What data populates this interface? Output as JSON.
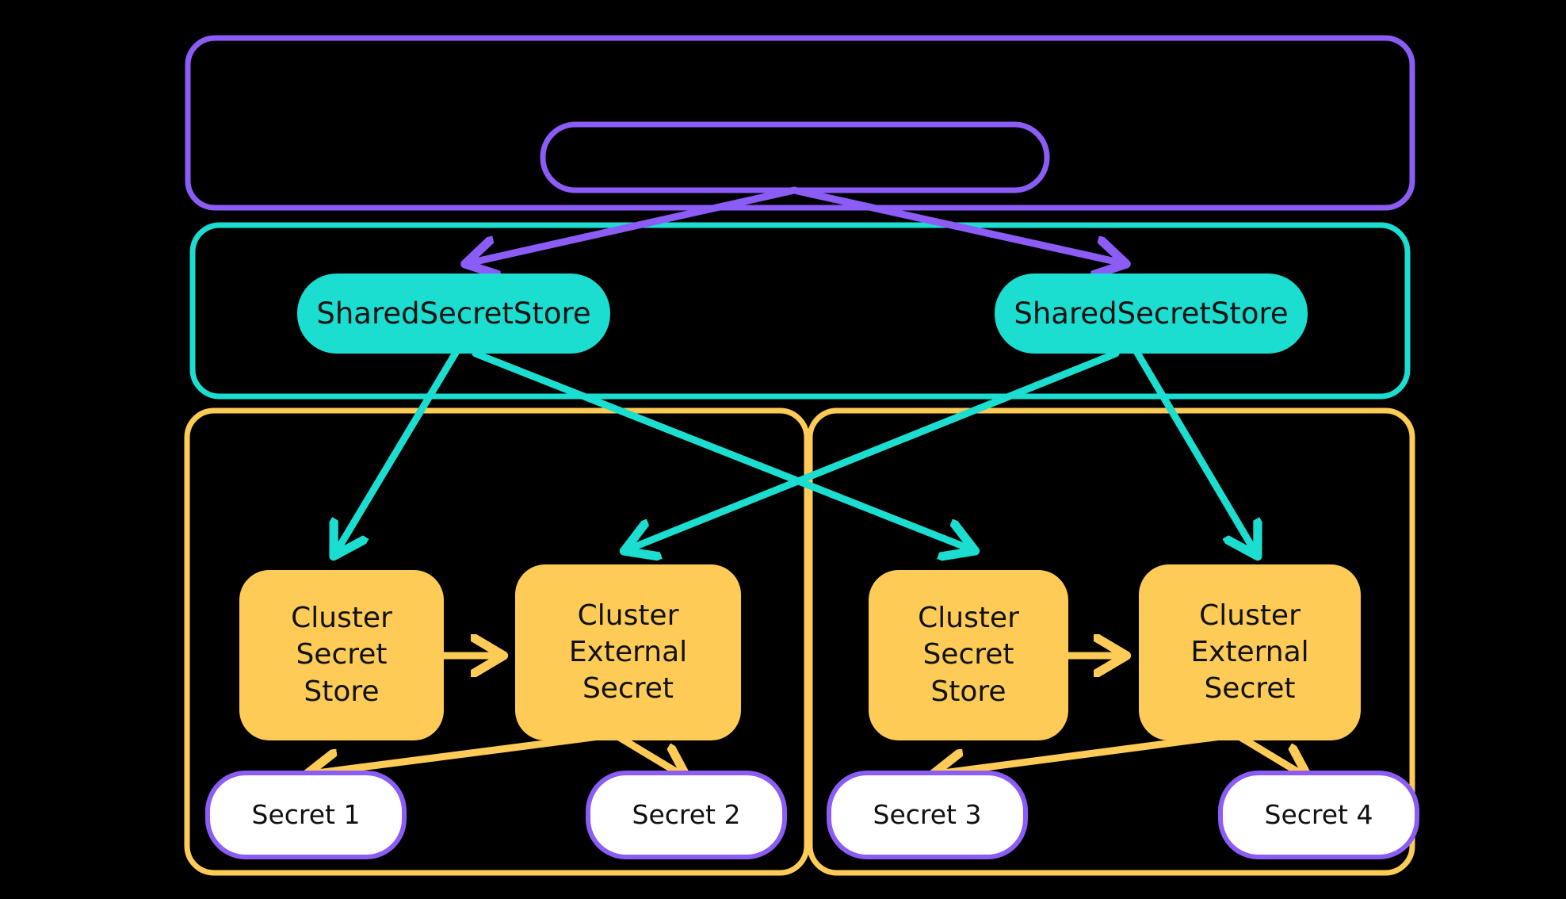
{
  "diagram": {
    "title": "External Secrets Operator shared secret store architecture",
    "background": "#000000",
    "colors": {
      "purple": "#8B5CF6",
      "teal": "#1BDDD0",
      "yellow": "#FDCB56",
      "white": "#FFFFFF",
      "text": "#111111",
      "background": "#000000"
    }
  },
  "containers": {
    "operator_scope": {
      "label": "",
      "border_color": "#8B5CF6"
    },
    "shared_scope": {
      "label": "",
      "border_color": "#1BDDD0"
    },
    "cluster_left": {
      "label": "",
      "border_color": "#FDCB56"
    },
    "cluster_right": {
      "label": "",
      "border_color": "#FDCB56"
    }
  },
  "nodes": {
    "operator_pill": {
      "label": "",
      "fill": "none",
      "border_color": "#8B5CF6"
    },
    "shared_store_left": {
      "label": "SharedSecretStore",
      "fill": "#1BDDD0"
    },
    "shared_store_right": {
      "label": "SharedSecretStore",
      "fill": "#1BDDD0"
    },
    "cluster_secret_store_left": {
      "label": "Cluster\nSecret\nStore",
      "fill": "#FDCB56"
    },
    "cluster_external_secret_left": {
      "label": "Cluster\nExternal\nSecret",
      "fill": "#FDCB56"
    },
    "cluster_secret_store_right": {
      "label": "Cluster\nSecret\nStore",
      "fill": "#FDCB56"
    },
    "cluster_external_secret_right": {
      "label": "Cluster\nExternal\nSecret",
      "fill": "#FDCB56"
    },
    "secret_1": {
      "label": "Secret 1",
      "fill": "#FFFFFF",
      "border_color": "#8B5CF6"
    },
    "secret_2": {
      "label": "Secret 2",
      "fill": "#FFFFFF",
      "border_color": "#8B5CF6"
    },
    "secret_3": {
      "label": "Secret 3",
      "fill": "#FFFFFF",
      "border_color": "#8B5CF6"
    },
    "secret_4": {
      "label": "Secret 4",
      "fill": "#FFFFFF",
      "border_color": "#8B5CF6"
    }
  },
  "edges": [
    {
      "name": "operator-to-shared-store-left",
      "color": "#8B5CF6"
    },
    {
      "name": "operator-to-shared-store-right",
      "color": "#8B5CF6"
    },
    {
      "name": "shared-left-to-cluster-secret-store-left",
      "color": "#1BDDD0"
    },
    {
      "name": "shared-left-to-cluster-secret-store-right",
      "color": "#1BDDD0"
    },
    {
      "name": "shared-right-to-cluster-external-secret-left",
      "color": "#1BDDD0"
    },
    {
      "name": "shared-right-to-cluster-external-secret-right",
      "color": "#1BDDD0"
    },
    {
      "name": "cluster-secret-store-left-to-cluster-external-secret-left",
      "color": "#FDCB56"
    },
    {
      "name": "cluster-secret-store-right-to-cluster-external-secret-right",
      "color": "#FDCB56"
    },
    {
      "name": "cluster-external-secret-left-to-secret-1",
      "color": "#FDCB56"
    },
    {
      "name": "cluster-external-secret-left-to-secret-2",
      "color": "#FDCB56"
    },
    {
      "name": "cluster-external-secret-right-to-secret-3",
      "color": "#FDCB56"
    },
    {
      "name": "cluster-external-secret-right-to-secret-4",
      "color": "#FDCB56"
    }
  ]
}
